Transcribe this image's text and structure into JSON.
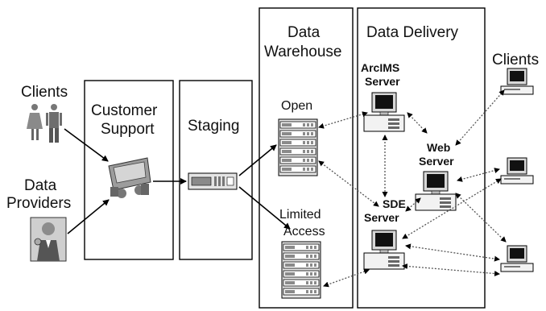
{
  "labels": {
    "clients_left": "Clients",
    "data_line1": "Data",
    "providers": "Providers",
    "customer": "Customer",
    "support": "Support",
    "staging": "Staging",
    "dw_line1": "Data",
    "dw_line2": "Warehouse",
    "open": "Open",
    "limited": "Limited",
    "access": "Access",
    "data_delivery": "Data Delivery",
    "arcims": "ArcIMS",
    "arcims_server": "Server",
    "web": "Web",
    "web_server": "Server",
    "sde": "SDE",
    "sde_server": "Server",
    "clients_right": "Clients"
  }
}
